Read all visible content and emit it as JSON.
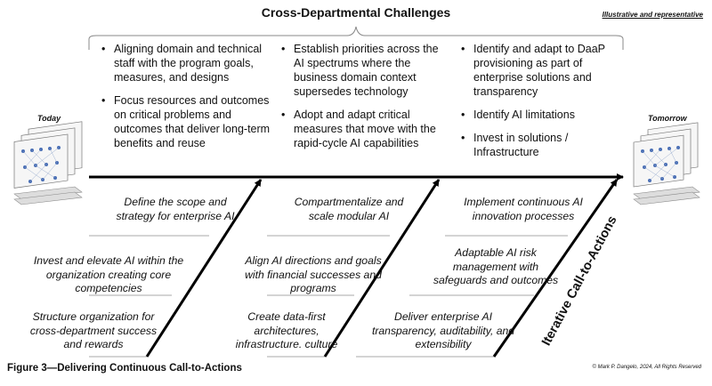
{
  "header": {
    "title": "Cross-Departmental Challenges",
    "note": "Illustrative and representative"
  },
  "challenges": {
    "col1": [
      "Aligning domain and technical staff with the program goals, measures, and designs",
      "Focus resources and outcomes on critical problems and outcomes that deliver long-term benefits and reuse"
    ],
    "col2": [
      "Establish priorities across the AI spectrums where the business domain context supersedes technology",
      "Adopt and adapt critical measures that move with the rapid-cycle AI capabilities"
    ],
    "col3": [
      "Identify and adapt to DaaP provisioning as part of enterprise solutions and transparency",
      "Identify AI limitations",
      "Invest in solutions / Infrastructure"
    ]
  },
  "timeline": {
    "start_label": "Today",
    "end_label": "Tomorrow"
  },
  "actions": {
    "col1": [
      "Define the scope and strategy for enterprise AI",
      "Invest and elevate AI within the organization creating core competencies",
      "Structure organization for cross-department success and rewards"
    ],
    "col2": [
      "Compartmentalize and scale modular AI",
      "Align AI directions and goals with financial successes and programs",
      "Create data-first architectures, infrastructure. culture"
    ],
    "col3": [
      "Implement continuous AI innovation processes",
      "Adaptable AI risk management with safeguards and outcomes",
      "Deliver enterprise AI transparency, auditability, and extensibility"
    ],
    "vertical_label": "Iterative Call-to-Actions"
  },
  "footer": {
    "figure_caption": "Figure 3—Delivering Continuous Call-to-Actions",
    "copyright": "© Mark P. Dangelo, 2024, All Rights Reserved"
  }
}
